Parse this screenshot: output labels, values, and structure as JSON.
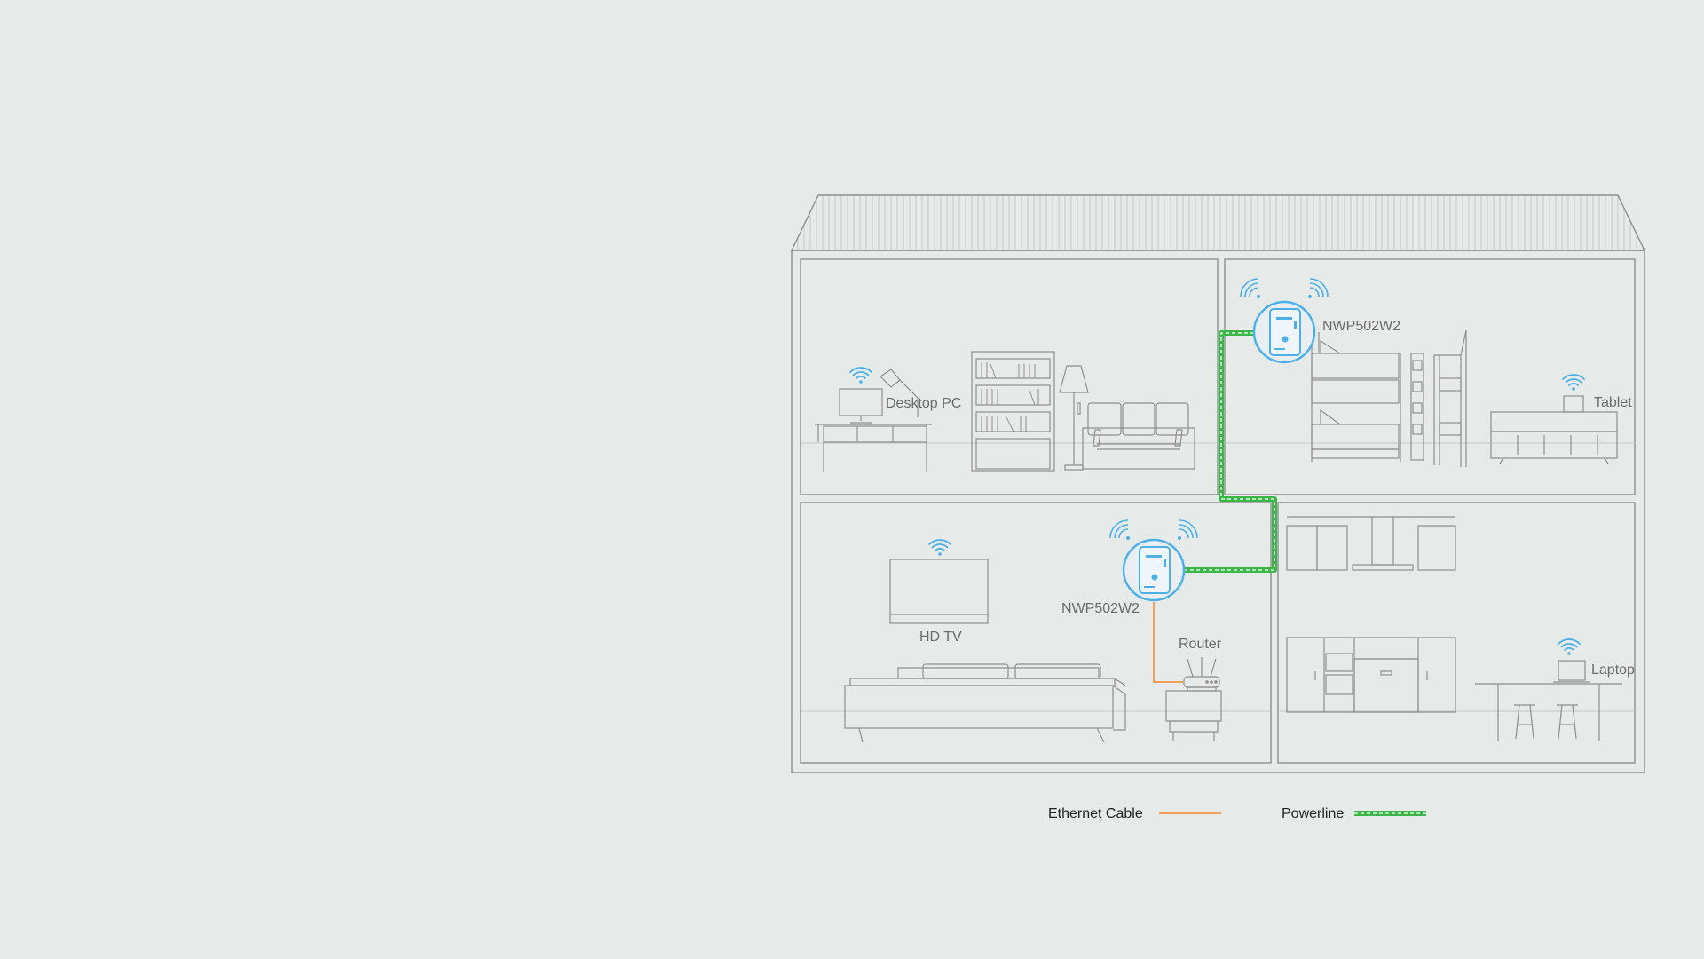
{
  "colors": {
    "background": "#e6ebea",
    "outline": "#8e8e8e",
    "label_text": "#6b6b6b",
    "legend_text": "#222222",
    "powerline": "#3cb54a",
    "ethernet": "#f2a05a",
    "wifi_blue": "#4db0e8"
  },
  "devices": {
    "desktop_pc": "Desktop PC",
    "tablet": "Tablet",
    "hd_tv": "HD TV",
    "router": "Router",
    "laptop": "Laptop",
    "adapter_top": "NWP502W2",
    "adapter_bottom": "NWP502W2"
  },
  "legend": {
    "ethernet": "Ethernet Cable",
    "powerline": "Powerline"
  },
  "icons": [
    "wifi-icon",
    "powerline-adapter-icon",
    "router-icon",
    "monitor-icon",
    "tv-icon",
    "laptop-icon",
    "tablet-icon"
  ]
}
